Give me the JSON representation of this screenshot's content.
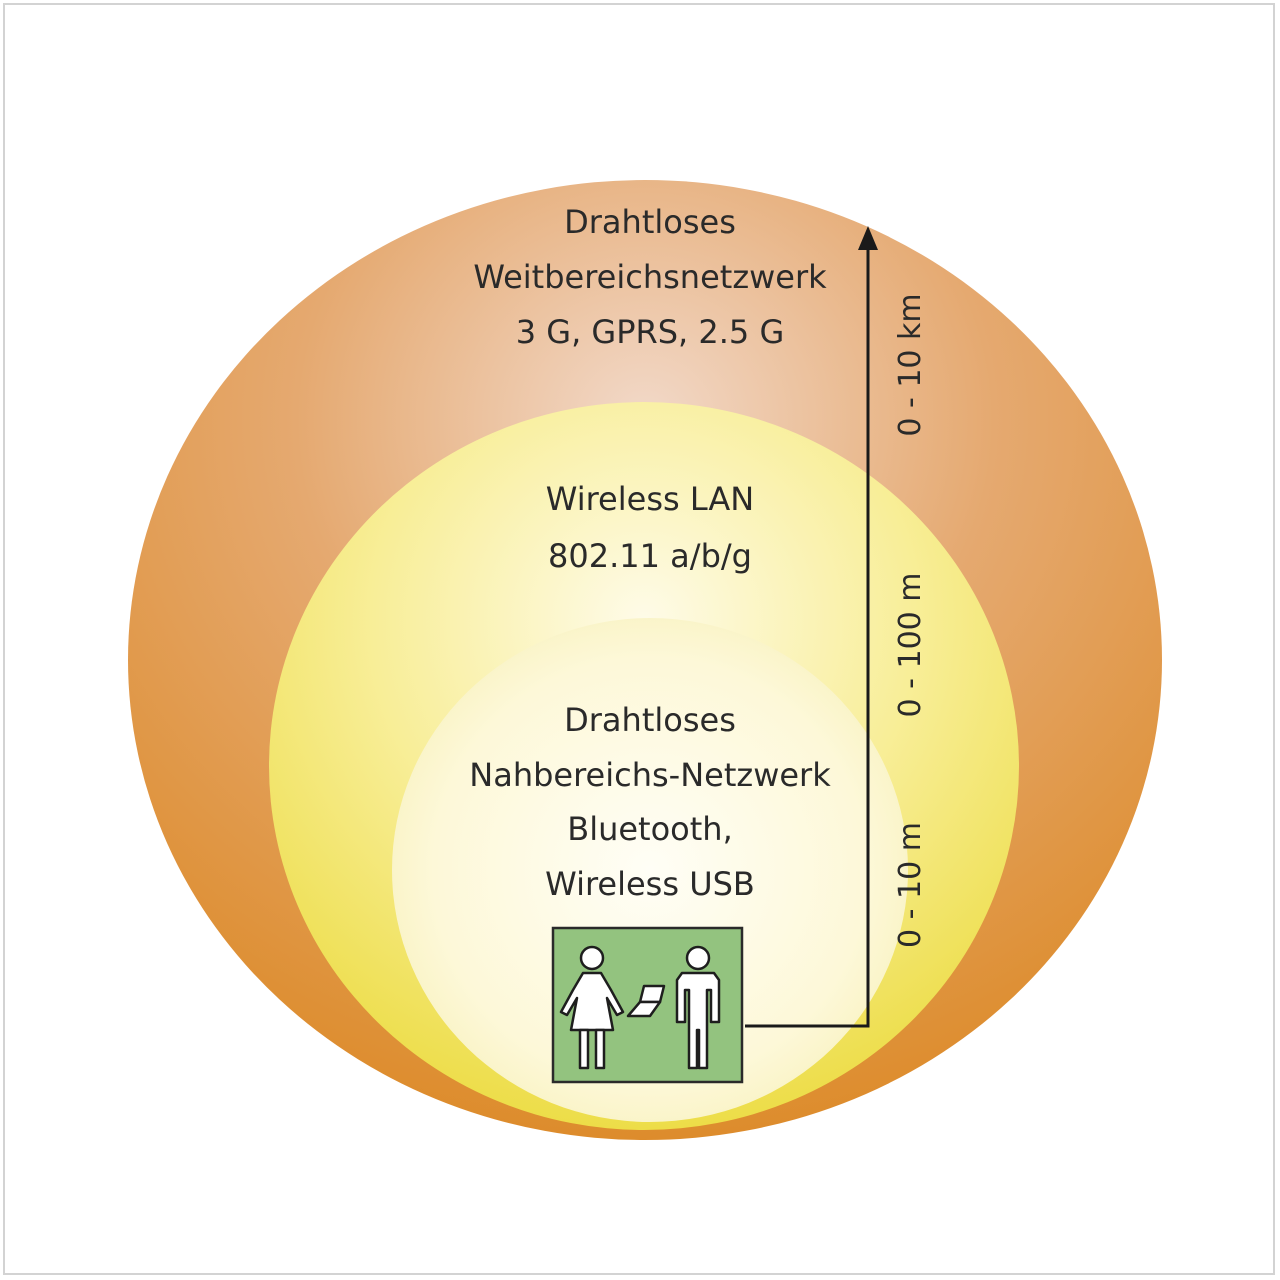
{
  "zones": {
    "wan": {
      "line1": "Drahtloses",
      "line2": "Weitbereichsnetzwerk",
      "line3": "3 G, GPRS, 2.5 G",
      "range": "0 - 10 km",
      "color": "#e0983a"
    },
    "lan": {
      "line1": "Wireless LAN",
      "line2": "802.11 a/b/g",
      "range": "0 - 100 m",
      "color": "#f1e25c"
    },
    "pan": {
      "line1": "Drahtloses",
      "line2": "Nahbereichs-Netzwerk",
      "line3": "Bluetooth,",
      "line4": "Wireless USB",
      "range": "0 - 10 m",
      "color": "#fdf6c4"
    }
  },
  "icons": {
    "people": "people-with-device-icon",
    "panel_color": "#93c37f",
    "arrow": "range-arrow-icon"
  }
}
